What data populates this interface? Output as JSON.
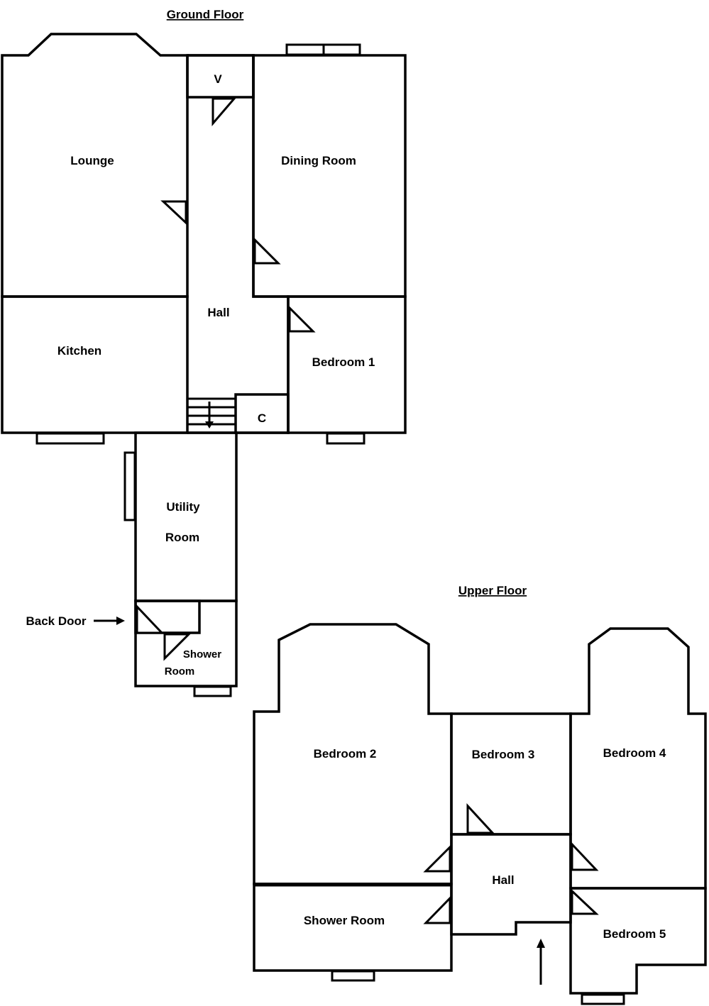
{
  "ground_floor": {
    "title": "Ground Floor",
    "rooms": {
      "lounge": "Lounge",
      "dining_room": "Dining Room",
      "kitchen": "Kitchen",
      "hall": "Hall",
      "bedroom_1": "Bedroom 1",
      "vestibule": "V",
      "cupboard": "C",
      "utility_line1": "Utility",
      "utility_line2": "Room",
      "shower_line1": "Shower",
      "shower_line2": "Room"
    },
    "back_door": "Back Door"
  },
  "upper_floor": {
    "title": "Upper Floor",
    "rooms": {
      "bedroom_2": "Bedroom 2",
      "bedroom_3": "Bedroom 3",
      "bedroom_4": "Bedroom 4",
      "bedroom_5": "Bedroom 5",
      "hall": "Hall",
      "shower_room": "Shower Room"
    }
  }
}
